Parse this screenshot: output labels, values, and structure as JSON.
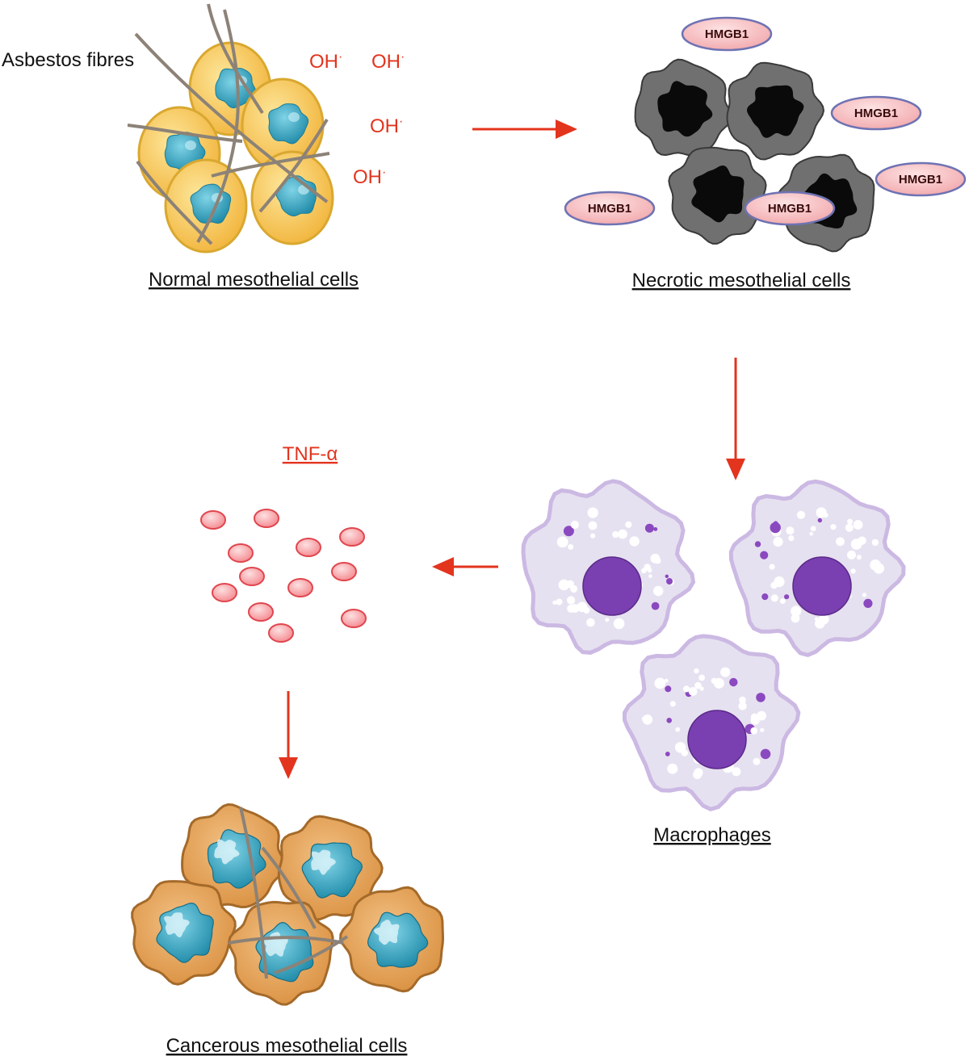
{
  "labels": {
    "asbestos_fibres": "Asbestos fibres",
    "normal_cells": "Normal mesothelial cells",
    "necrotic_cells": "Necrotic mesothelial cells",
    "macrophages": "Macrophages",
    "tnf_alpha": "TNF-α",
    "cancerous_cells": "Cancerous mesothelial cells"
  },
  "radicals": [
    {
      "text": "OH"
    },
    {
      "text": "OH"
    },
    {
      "text": "OH"
    },
    {
      "text": "OH"
    }
  ],
  "hmgb1_tags": [
    "HMGB1",
    "HMGB1",
    "HMGB1",
    "HMGB1",
    "HMGB1"
  ],
  "colors": {
    "arrow": "#e3341e",
    "radical_text": "#e3341e",
    "tnf_text": "#e3341e",
    "normal_cell_fill": "#f6c85a",
    "normal_cell_border": "#d9a830",
    "nucleus_blue": "#2ea3be",
    "necrotic_outer": "#707070",
    "necrotic_core": "#0a0a0a",
    "hmgb1_fill": "#f6b9bb",
    "hmgb1_border": "#6e73b3",
    "macrophage_fill": "#e6e1f0",
    "macrophage_border": "#cbb9e3",
    "macrophage_nucleus": "#7a3fb0",
    "tnf_dot_fill": "#f8a0a4",
    "tnf_dot_border": "#e0464e",
    "cancer_cell_fill": "#e7a65b",
    "cancer_cell_border": "#a46a2a",
    "fibre": "#8c8277"
  }
}
